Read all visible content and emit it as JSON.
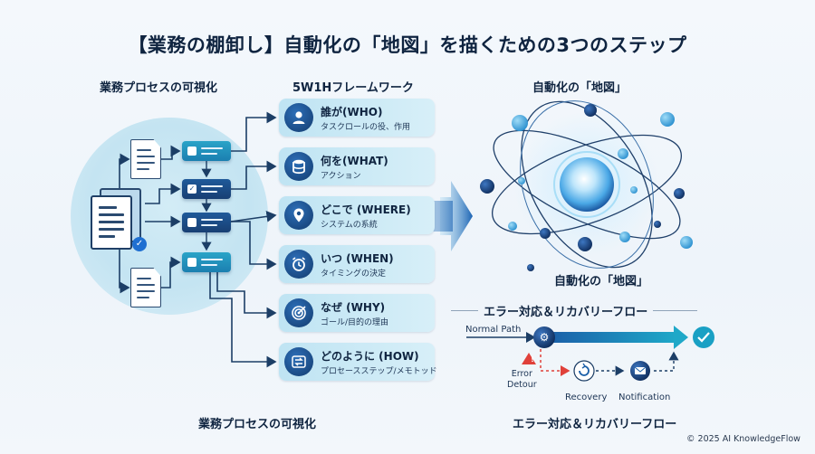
{
  "title": "【業務の棚卸し】自動化の「地図」を描くための3つのステップ",
  "headers": {
    "left": "業務プロセスの可視化",
    "middle": "5W1Hフレームワーク",
    "right": "自動化の「地図」"
  },
  "map_caption": "自動化の「地図」",
  "footer": {
    "left": "業務プロセスの可視化",
    "right": "エラー対応＆リカバリーフロー"
  },
  "cards": [
    {
      "title": "誰が(WHO)",
      "subtitle": "タスクロールの役、作用",
      "icon": "user-icon"
    },
    {
      "title": "何を(WHAT)",
      "subtitle": "アクション",
      "icon": "database-icon"
    },
    {
      "title": "どこで (WHERE)",
      "subtitle": "システムの系統",
      "icon": "location-pin-icon"
    },
    {
      "title": "いつ (WHEN)",
      "subtitle": "タイミングの決定",
      "icon": "alarm-clock-icon"
    },
    {
      "title": "なぜ (WHY)",
      "subtitle": "ゴール/目的の理由",
      "icon": "target-icon"
    },
    {
      "title": "どのように (HOW)",
      "subtitle": "プロセースステップ/メモトッド",
      "icon": "process-arrows-icon"
    }
  ],
  "error_flow": {
    "title": "エラー対応＆リカバリーフロー",
    "normal_path": "Normal Path",
    "error_detour": "Error\nDetour",
    "error_line1": "Error",
    "error_line2": "Detour",
    "recovery": "Recovery",
    "notification": "Notification"
  },
  "colors": {
    "navy": "#0f2440",
    "accent_blue": "#1f6fd1",
    "teal": "#1fa3bf",
    "error_red": "#e0413a",
    "success": "#1aa0c4"
  },
  "copyright": "© 2025 AI KnowledgeFlow"
}
